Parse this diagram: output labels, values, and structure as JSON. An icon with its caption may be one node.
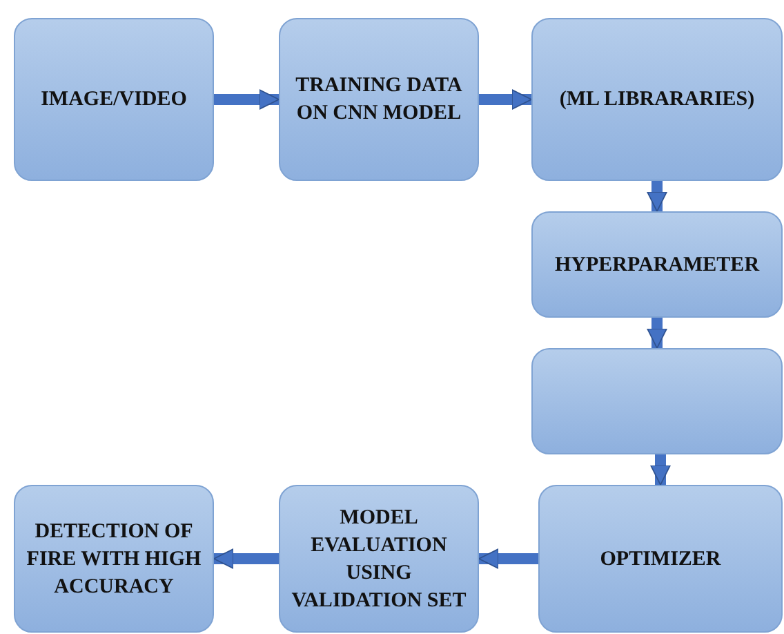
{
  "diagram": {
    "nodes": [
      {
        "text": [
          "IMAGE/VIDEO"
        ]
      },
      {
        "text": [
          "TRAINING DATA ON CNN MODEL"
        ]
      },
      {
        "text": [
          "(ML LIBRARARIES)"
        ]
      },
      {
        "text": [
          "HYPERPARAMETER"
        ]
      },
      {
        "text": [],
        "shape": "box"
      },
      {
        "text": [
          "OPTIMIZER"
        ]
      },
      {
        "text": [
          "MODEL EVALUATION USING VALIDATION SET"
        ]
      },
      {
        "text": [
          "DETECTION OF FIRE WITH HIGH ACCURACY"
        ]
      }
    ],
    "edges": [
      {
        "from": 0,
        "to": 1,
        "arrow": "to"
      },
      {
        "from": 1,
        "to": 2,
        "arrow": "to"
      },
      {
        "from": 2,
        "to": 3,
        "arrow": "to"
      },
      {
        "from": 3,
        "to": 4,
        "arrow": "to"
      },
      {
        "from": 4,
        "to": 5,
        "arrow": "to"
      },
      {
        "from": 5,
        "to": 6,
        "arrow": "to"
      },
      {
        "from": 6,
        "to": 7,
        "arrow": "to"
      }
    ]
  }
}
